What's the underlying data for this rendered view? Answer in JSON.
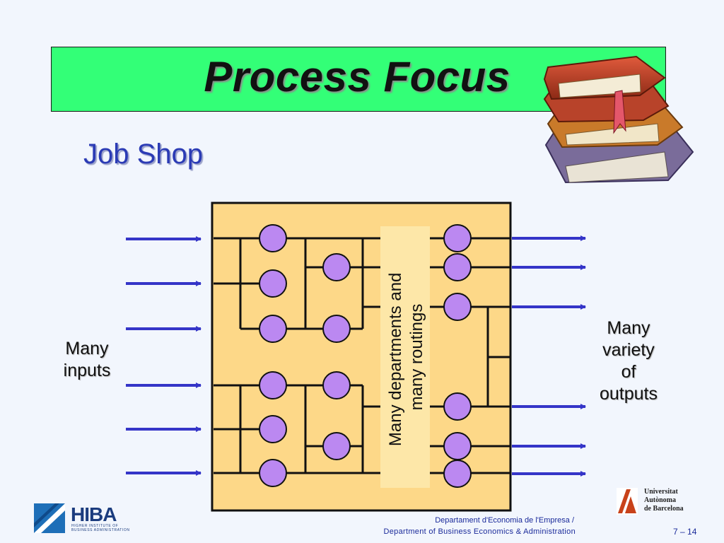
{
  "slide": {
    "title": "Process Focus",
    "subtitle": "Job Shop"
  },
  "diagram": {
    "inputs_label_lines": [
      "Many",
      "inputs"
    ],
    "outputs_label_lines": [
      "Many",
      "variety",
      "of",
      "outputs"
    ],
    "center_label_lines": [
      "Many departments and",
      "many routings"
    ],
    "colors": {
      "box_fill": "#fdd888",
      "node_fill": "#bb88f1",
      "arrow": "#3535c8",
      "title_bar": "#33ff77",
      "subtitle": "#2b3bb5"
    },
    "icon": "stacked-books-icon"
  },
  "footer": {
    "dept_ca": "Departament d'Economia de l'Empresa /",
    "dept_en": "Department of Business Economics & Administration",
    "page": "7 – 14",
    "left_logo_text": "HIBA",
    "left_logo_subtitle": "HIGHER INSTITUTE OF BUSINESS ADMINISTRATION",
    "right_logo_lines": [
      "Universitat",
      "Autònoma",
      "de Barcelona"
    ]
  }
}
